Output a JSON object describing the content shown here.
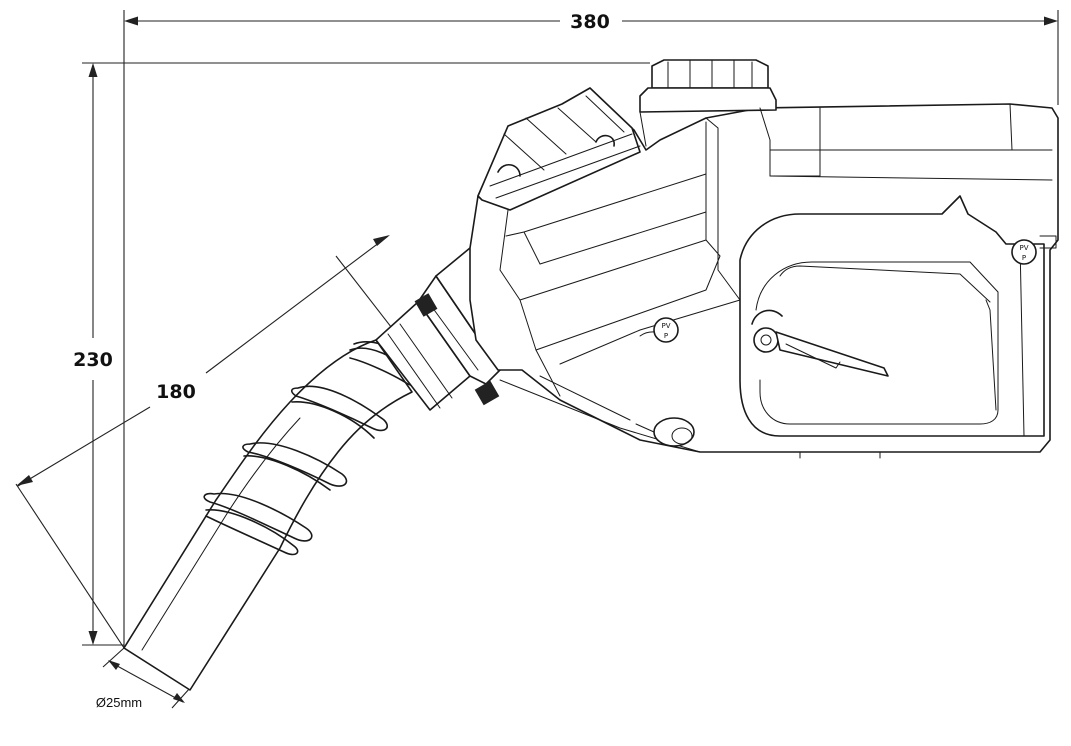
{
  "dimensions": {
    "overall_width": "380",
    "overall_height": "230",
    "spout_length": "180",
    "spout_diameter": "Ø25mm"
  },
  "labels": {
    "upper_valve_marking": "PV",
    "lower_valve_marking": "PV",
    "valve_marking_small": "P"
  }
}
